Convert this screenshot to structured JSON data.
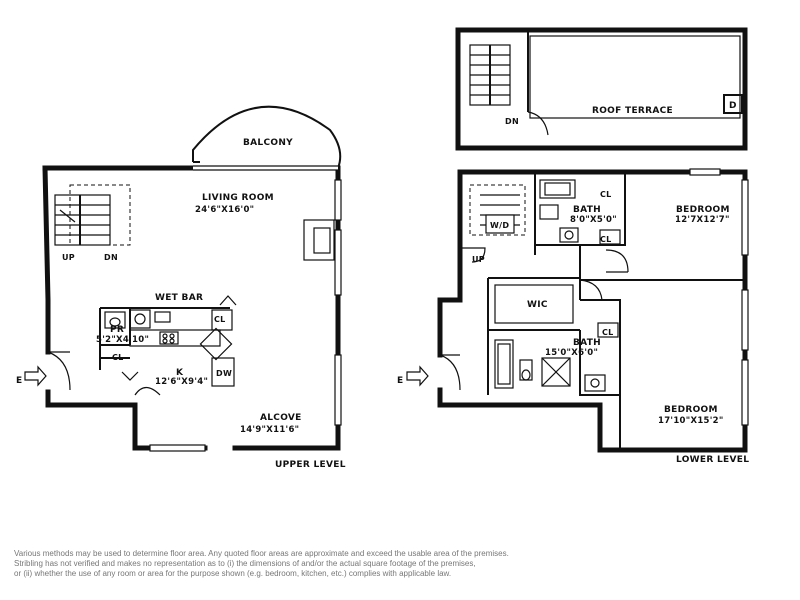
{
  "upper_level": {
    "name": "UPPER LEVEL",
    "balcony": "BALCONY",
    "living_room": {
      "name": "LIVING ROOM",
      "dim": "24'6\"X16'0\""
    },
    "wet_bar": "WET BAR",
    "powder_room": {
      "name": "PR",
      "dim": "5'2\"X4'10\""
    },
    "kitchen": {
      "name": "K",
      "dim": "12'6\"X9'4\""
    },
    "alcove": {
      "name": "ALCOVE",
      "dim": "14'9\"X11'6\""
    },
    "closet_1": "CL",
    "closet_2": "CL",
    "dishwasher": "DW",
    "stair_up": "UP",
    "stair_down": "DN",
    "entry": "E"
  },
  "roof": {
    "name": "ROOF TERRACE",
    "stair_down": "DN",
    "marker": "D"
  },
  "lower_level": {
    "name": "LOWER LEVEL",
    "bath_1": {
      "name": "BATH",
      "dim": "8'0\"X5'0\""
    },
    "bedroom_1": {
      "name": "BEDROOM",
      "dim": "12'7X12'7\""
    },
    "wic": "WIC",
    "bath_2": {
      "name": "BATH",
      "dim": "15'0\"X6'0\""
    },
    "bedroom_2": {
      "name": "BEDROOM",
      "dim": "17'10\"X15'2\""
    },
    "closet_1": "CL",
    "closet_2": "CL",
    "closet_3": "CL",
    "washer_dryer": "W/D",
    "stair_up": "UP",
    "entry": "E"
  },
  "disclaimer": [
    "Various methods may be used to determine floor area.  Any quoted floor areas are approximate and exceed the usable area of the premises.",
    "Stribling has not verified and makes no representation as to (i) the dimensions of and/or the actual square footage of the premises,",
    "or (ii) whether the use of any room or area for the purpose shown (e.g. bedroom, kitchen, etc.) complies with applicable law."
  ]
}
